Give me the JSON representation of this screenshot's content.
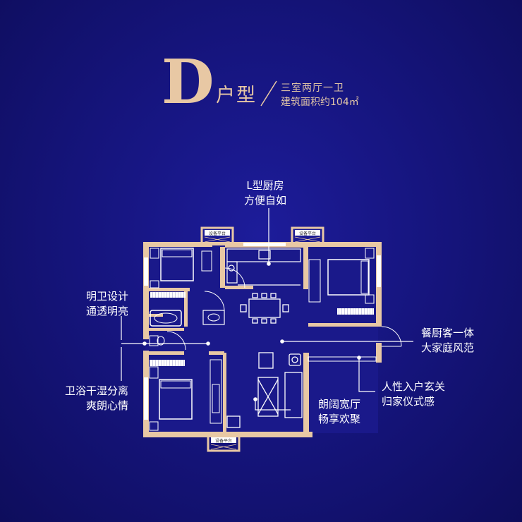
{
  "title": {
    "letter": "D",
    "suffix": "户型"
  },
  "subtitle": {
    "rooms": "三室两厅一卫",
    "area": "建筑面积约104㎡"
  },
  "callouts": {
    "kitchen": {
      "line1": "L型厨房",
      "line2": "方便自如"
    },
    "bathroom_design": {
      "line1": "明卫设计",
      "line2": "通透明亮"
    },
    "dining_living": {
      "line1": "餐厨客一体",
      "line2": "大家庭风范"
    },
    "entrance": {
      "line1": "人性入户玄关",
      "line2": "归家仪式感"
    },
    "wet_dry": {
      "line1": "卫浴干湿分离",
      "line2": "爽朗心情"
    },
    "living_room": {
      "line1": "朗阔宽厅",
      "line2": "畅享欢聚"
    }
  },
  "equipment_label": "设备平台",
  "colors": {
    "background": "#16157f",
    "wall": "#e8c8a4",
    "text": "#ffffff",
    "accent": "#e8c8a4"
  }
}
